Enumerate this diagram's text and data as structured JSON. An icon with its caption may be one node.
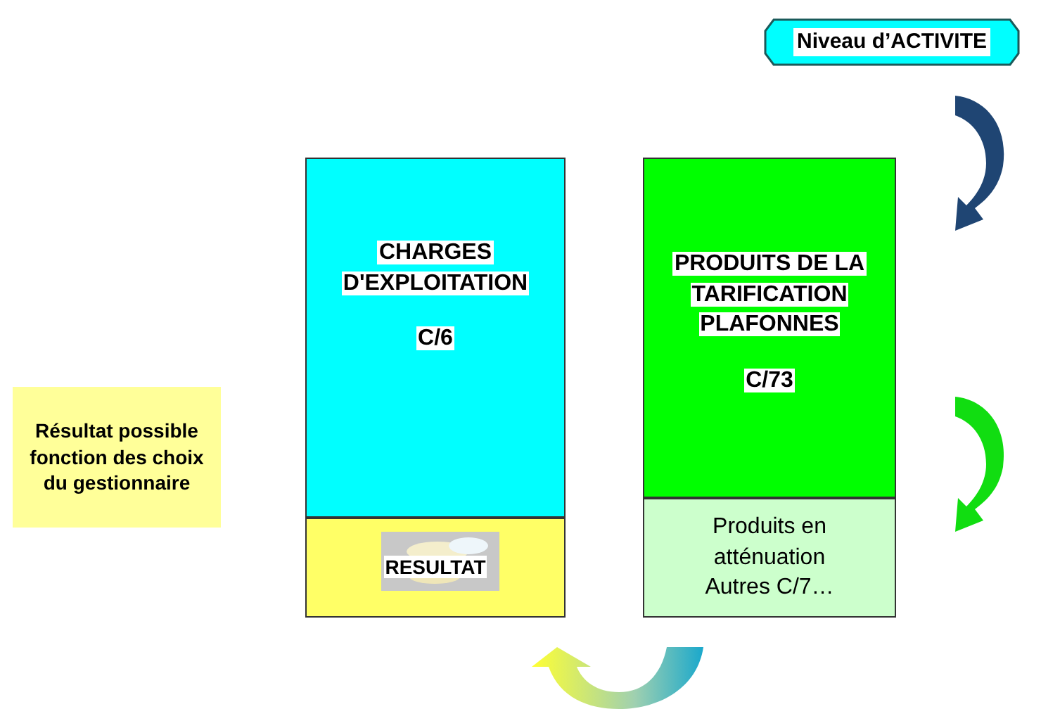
{
  "diagram": {
    "nodes": [
      {
        "text": [
          "Niveau d’ACTIVITE"
        ]
      },
      {
        "text": [
          "CHARGES D'EXPLOITATION",
          "C/6"
        ]
      },
      {
        "text": [
          "RESULTAT"
        ]
      },
      {
        "text": [
          "PRODUITS DE LA TARIFICATION PLAFONNES",
          "C/73"
        ]
      },
      {
        "text": [
          "Produits en atténuation Autres C/7…"
        ]
      },
      {
        "text": [
          "Résultat possible fonction des choix du gestionnaire"
        ]
      }
    ]
  }
}
